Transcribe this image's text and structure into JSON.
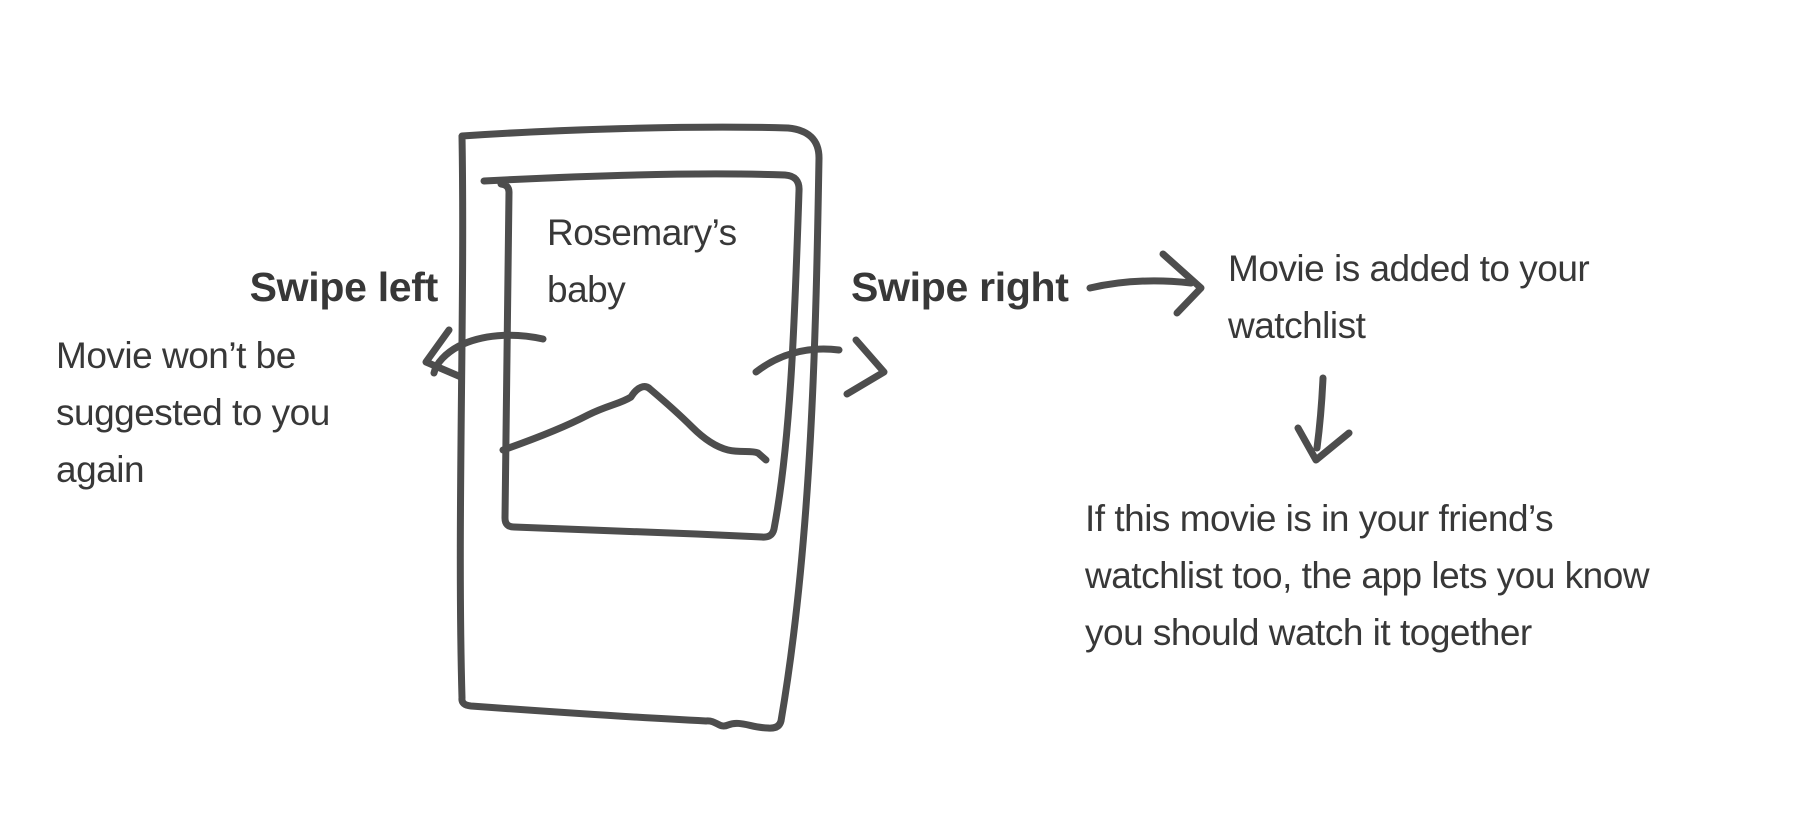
{
  "diagram": {
    "background_color": "#ffffff",
    "stroke_color": "#4d4d4d",
    "text_color": "#383838"
  },
  "phone_card": {
    "title_lines": [
      "Rosemary’s",
      "baby"
    ]
  },
  "labels": {
    "swipe_left": "Swipe left",
    "swipe_right": "Swipe right"
  },
  "notes": {
    "swipe_left_result": {
      "lines": [
        "Movie won’t be",
        "suggested to you",
        "again"
      ]
    },
    "swipe_right_result": {
      "lines": [
        "Movie is added to your",
        "watchlist"
      ]
    },
    "friend_match": {
      "lines": [
        "If this movie is in your friend’s",
        "watchlist too, the app lets you know",
        "you should watch it together"
      ]
    }
  }
}
